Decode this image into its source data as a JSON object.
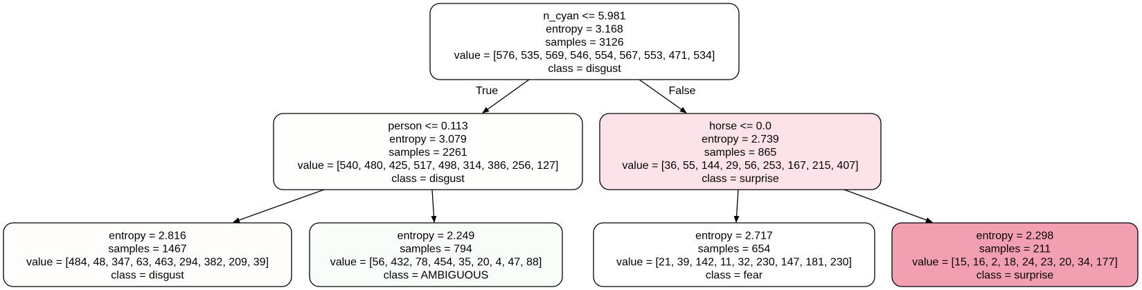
{
  "tree": {
    "nodes": [
      {
        "id": "n0",
        "fill": "#ffffff",
        "lines": [
          "n_cyan <= 5.981",
          "entropy = 3.168",
          "samples = 3126",
          "value = [576, 535, 569, 546, 554, 567, 553, 471, 534]",
          "class = disgust"
        ]
      },
      {
        "id": "n1",
        "fill": "#fefefc",
        "lines": [
          "person <= 0.113",
          "entropy = 3.079",
          "samples = 2261",
          "value = [540, 480, 425, 517, 498, 314, 386, 256, 127]",
          "class = disgust"
        ]
      },
      {
        "id": "n2",
        "fill": "#fce3e9",
        "lines": [
          "horse <= 0.0",
          "entropy = 2.739",
          "samples = 865",
          "value = [36, 55, 144, 29, 56, 253, 167, 215, 407]",
          "class = surprise"
        ]
      },
      {
        "id": "n3",
        "fill": "#fefdfb",
        "lines": [
          "entropy = 2.816",
          "samples = 1467",
          "value = [484, 48, 347, 63, 463, 294, 382, 209, 39]",
          "class = disgust"
        ]
      },
      {
        "id": "n4",
        "fill": "#f8fdf9",
        "lines": [
          "entropy = 2.249",
          "samples = 794",
          "value = [56, 432, 78, 454, 35, 20, 4, 47, 88]",
          "class = AMBIGUOUS"
        ]
      },
      {
        "id": "n5",
        "fill": "#ffffff",
        "lines": [
          "entropy = 2.717",
          "samples = 654",
          "value = [21, 39, 142, 11, 32, 230, 147, 181, 230]",
          "class = fear"
        ]
      },
      {
        "id": "n6",
        "fill": "#f39fb2",
        "lines": [
          "entropy = 2.298",
          "samples = 211",
          "value = [15, 16, 2, 18, 24, 23, 20, 34, 177]",
          "class = surprise"
        ]
      }
    ],
    "edges": [
      {
        "from": "n0",
        "to": "n1",
        "label": "True"
      },
      {
        "from": "n0",
        "to": "n2",
        "label": "False"
      },
      {
        "from": "n1",
        "to": "n3",
        "label": ""
      },
      {
        "from": "n1",
        "to": "n4",
        "label": ""
      },
      {
        "from": "n2",
        "to": "n5",
        "label": ""
      },
      {
        "from": "n2",
        "to": "n6",
        "label": ""
      }
    ]
  }
}
